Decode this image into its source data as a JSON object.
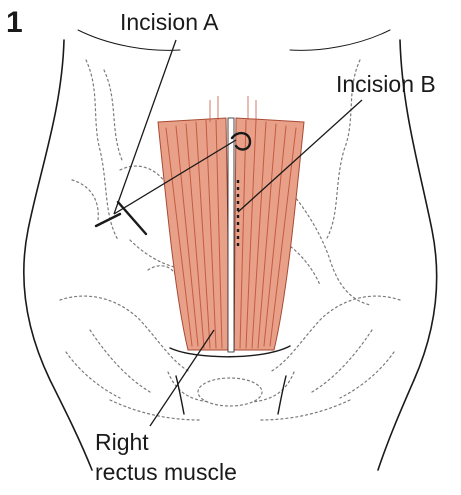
{
  "figure": {
    "number": "1",
    "labels": {
      "incision_a": "Incision A",
      "incision_b": "Incision B",
      "muscle_line1": "Right",
      "muscle_line2": "rectus muscle"
    },
    "colors": {
      "muscle_fill": "#e8a088",
      "muscle_fibre": "#c55a42",
      "outline": "#1a1a1a",
      "organ_dots": "#7a7a7a"
    }
  }
}
